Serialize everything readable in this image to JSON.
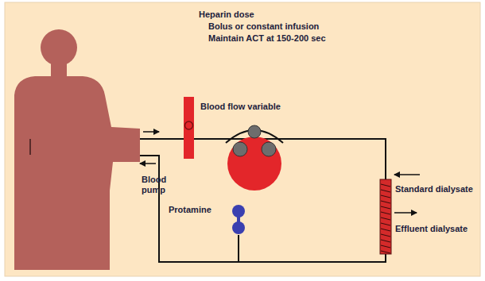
{
  "diagram": {
    "title": "Heparin dose",
    "labels": [
      "Bolus or constant infusion",
      "Maintain ACT at 150-200 sec",
      "Blood flow variable",
      "Blood pump",
      "Protamine",
      "Standard dialysate",
      "Effluent dialysate"
    ]
  }
}
